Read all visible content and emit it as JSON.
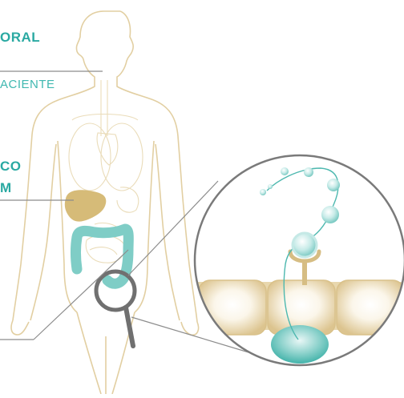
{
  "labels": {
    "top_bold": "ORAL",
    "top_light": "ACIENTE",
    "middle_line1": "CO",
    "middle_line2": "M"
  },
  "colors": {
    "body_outline": "#e2cfa2",
    "organ_outline": "#eadcb9",
    "liver": "#d6bb78",
    "colon": "#7fcdc6",
    "magnifier": "#707070",
    "callout_line": "#8c8c8c",
    "circle_border": "#7a7a7a",
    "cell_fill": "#e6d3a6",
    "cell_center": "#ffffff",
    "bubble": "#9cdad6",
    "accent_teal": "#2aa9a2"
  },
  "icons": [
    "magnifying-glass-icon"
  ]
}
